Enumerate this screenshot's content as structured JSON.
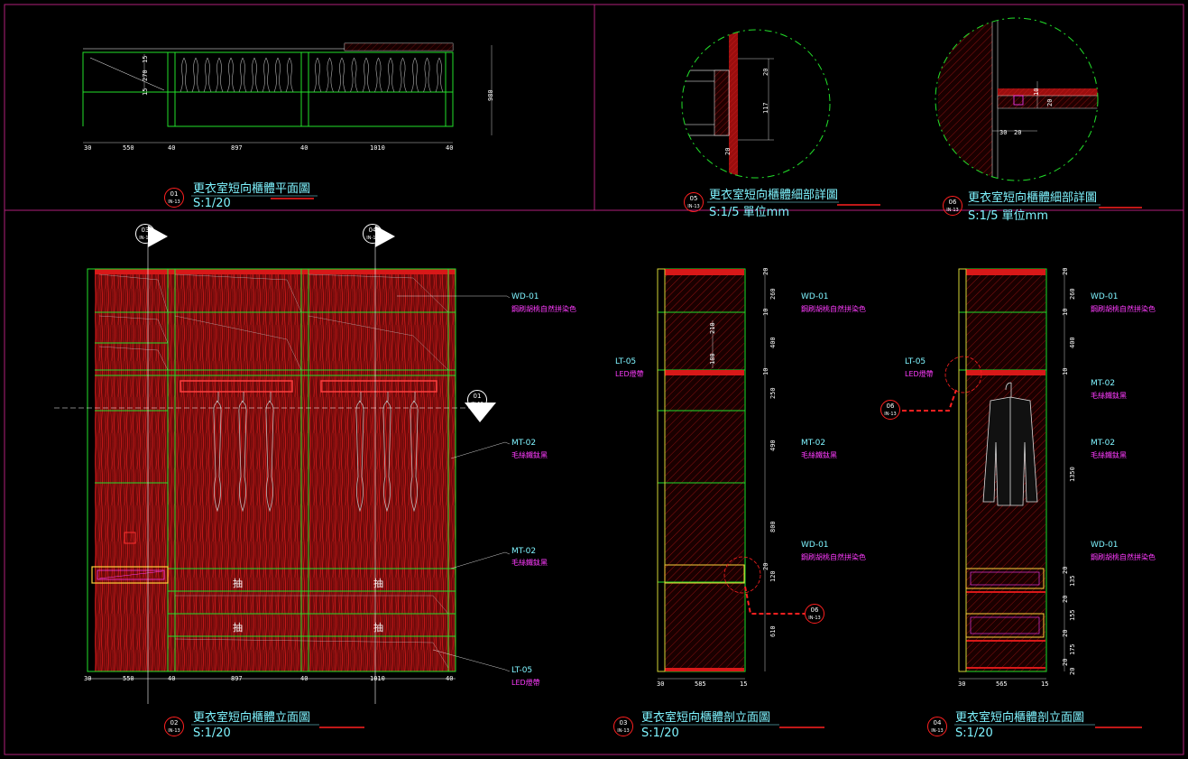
{
  "colors": {
    "background": "#000000",
    "frame": "#b0207a",
    "cabinet_line": "#22e02a",
    "wood_fill": "#7a0c0c",
    "grain": "#d01818",
    "title_text": "#7ff4ff",
    "note_text": "#ff3cff",
    "dim_text": "#ffffff",
    "bubble": "#ff2020"
  },
  "views": {
    "plan": {
      "title": "更衣室短向櫃體平面圖",
      "scale": "S:1/20",
      "num_top": "01",
      "num_bottom": "IN-13",
      "dims_h": [
        "30",
        "550",
        "40",
        "897",
        "40",
        "1010",
        "40"
      ],
      "dims_v": [
        "15",
        "270",
        "15",
        "980"
      ]
    },
    "detail_05": {
      "title": "更衣室短向櫃體細部詳圖",
      "scale": "S:1/5 單位mm",
      "num_top": "05",
      "num_bottom": "IN-13",
      "dims": [
        "20",
        "117",
        "20"
      ]
    },
    "detail_06": {
      "title": "更衣室短向櫃體細部詳圖",
      "scale": "S:1/5 單位mm",
      "num_top": "06",
      "num_bottom": "IN-13",
      "dims": [
        "10",
        "20",
        "30",
        "20"
      ]
    },
    "elevation": {
      "title": "更衣室短向櫃體立面圖",
      "scale": "S:1/20",
      "num_top": "02",
      "num_bottom": "IN-13",
      "section_marks": [
        {
          "top": "03",
          "bottom": "IN-13"
        },
        {
          "top": "04",
          "bottom": "IN-13"
        },
        {
          "top": "01",
          "bottom": "IN-13"
        }
      ],
      "drawer_char": "抽",
      "dims_h": [
        "30",
        "550",
        "40",
        "897",
        "40",
        "1010",
        "40"
      ],
      "labels": [
        {
          "code": "WD-01",
          "desc": "鋼刷胡桃自然拼染色"
        },
        {
          "code": "MT-02",
          "desc": "毛絲鐵鈦黑"
        },
        {
          "code": "MT-02",
          "desc": "毛絲鐵鈦黑"
        },
        {
          "code": "LT-05",
          "desc": "LED燈帶"
        }
      ]
    },
    "section_03": {
      "title": "更衣室短向櫃體剖立面圖",
      "scale": "S:1/20",
      "num_top": "03",
      "num_bottom": "IN-13",
      "callout": {
        "top": "06",
        "bottom": "IN-13"
      },
      "dims_h": [
        "30",
        "585",
        "15"
      ],
      "dims_v": [
        "20",
        "260",
        "10",
        "400",
        "10",
        "250",
        "490",
        "800",
        "20",
        "120",
        "610"
      ],
      "inner_dims": [
        "210",
        "180"
      ],
      "labels": [
        {
          "code": "WD-01",
          "desc": "鋼刷胡桃自然拼染色"
        },
        {
          "code": "LT-05",
          "desc": "LED燈帶"
        },
        {
          "code": "MT-02",
          "desc": "毛絲鐵鈦黑"
        },
        {
          "code": "WD-01",
          "desc": "鋼刷胡桃自然拼染色"
        }
      ]
    },
    "section_04": {
      "title": "更衣室短向櫃體剖立面圖",
      "scale": "S:1/20",
      "num_top": "04",
      "num_bottom": "IN-13",
      "callout": {
        "top": "06",
        "bottom": "IN-13"
      },
      "dims_h": [
        "30",
        "565",
        "15"
      ],
      "dims_v": [
        "20",
        "260",
        "10",
        "400",
        "10",
        "1350",
        "20",
        "135",
        "20",
        "155",
        "20",
        "175",
        "20",
        "20"
      ],
      "labels": [
        {
          "code": "WD-01",
          "desc": "鋼刷胡桃自然拼染色"
        },
        {
          "code": "LT-05",
          "desc": "LED燈帶"
        },
        {
          "code": "MT-02",
          "desc": "毛絲鐵鈦黑"
        },
        {
          "code": "MT-02",
          "desc": "毛絲鐵鈦黑"
        },
        {
          "code": "WD-01",
          "desc": "鋼刷胡桃自然拼染色"
        }
      ]
    }
  }
}
